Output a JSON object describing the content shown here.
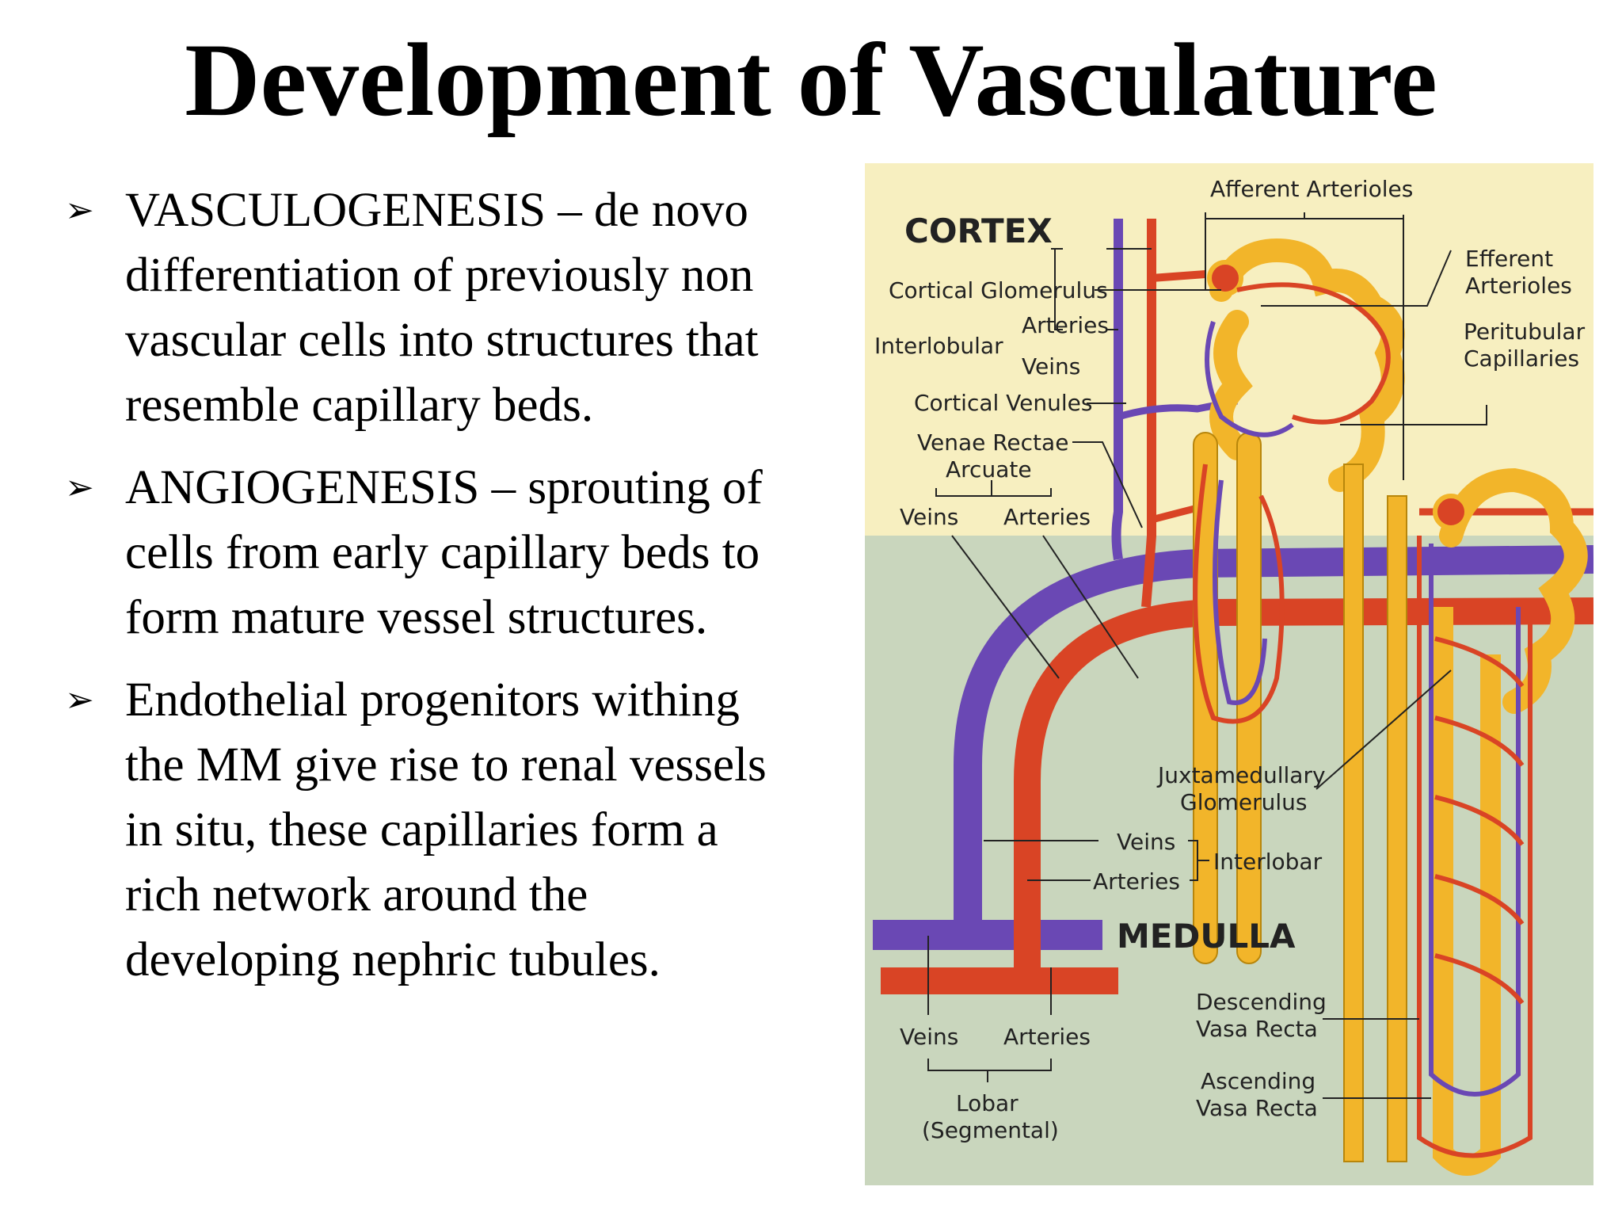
{
  "title": "Development of Vasculature",
  "bullets": [
    {
      "icon": "arrow-bullet-icon",
      "text": "VASCULOGENESIS – de novo\ndifferentiation of previously non\nvascular cells into structures that\nresemble capillary beds."
    },
    {
      "icon": "arrow-bullet-icon",
      "text": "ANGIOGENESIS – sprouting of\ncells from early capillary beds to\nform mature vessel structures."
    },
    {
      "icon": "arrow-bullet-icon",
      "text": "Endothelial progenitors withing\nthe MM give rise to renal vessels\nin situ, these capillaries form a\nrich network around the\ndeveloping nephric tubules."
    }
  ],
  "diagram": {
    "colors": {
      "cortex": "#f7efc0",
      "medulla": "#c9d6bd",
      "artery": "#d94425",
      "vein": "#6a48b4",
      "tubule": "#f2b52a"
    },
    "labels": {
      "cortex": "CORTEX",
      "medulla": "MEDULLA",
      "afferent_arterioles": "Afferent Arterioles",
      "efferent_1": "Efferent",
      "efferent_2": "Arterioles",
      "peritubular_1": "Peritubular",
      "peritubular_2": "Capillaries",
      "cortical_glomerulus": "Cortical Glomerulus",
      "interlobular": "Interlobular",
      "arteries": "Arteries",
      "veins": "Veins",
      "cortical_venules": "Cortical Venules",
      "venae_rectae": "Venae Rectae",
      "arcuate": "Arcuate",
      "juxta_1": "Juxtamedullary",
      "juxta_2": "Glomerulus",
      "interlobar": "Interlobar",
      "lobar_1": "Lobar",
      "lobar_2": "(Segmental)",
      "desc_1": "Descending",
      "desc_2": "Vasa Recta",
      "asc_1": "Ascending",
      "asc_2": "Vasa Recta"
    }
  }
}
